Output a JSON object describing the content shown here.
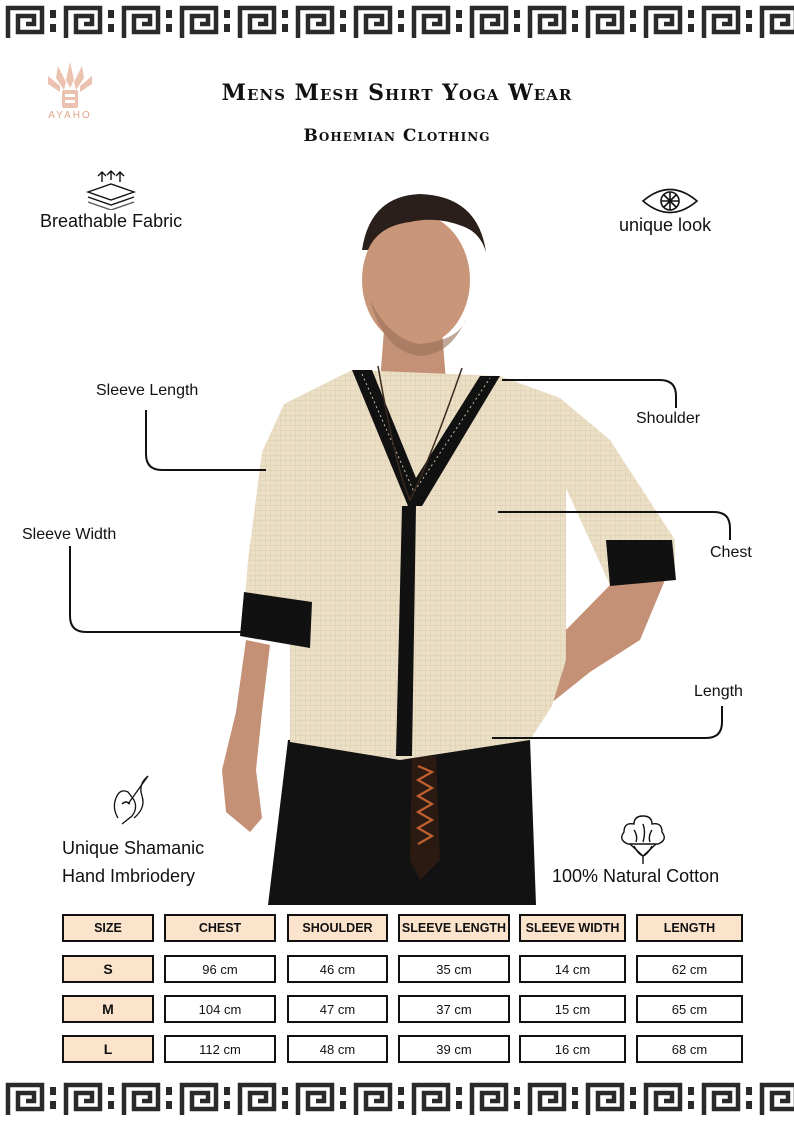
{
  "brand": {
    "logo_text": "AYAHO",
    "accent": "#e0a58a",
    "logo_icon": "feather-crown-logo-icon"
  },
  "header": {
    "title": "Mens Mesh Shirt Yoga Wear",
    "subtitle": "Bohemian Clothing"
  },
  "features": {
    "breathable": {
      "label": "Breathable Fabric",
      "icon": "layers-airflow-icon"
    },
    "unique_look": {
      "label": "unique look",
      "icon": "eye-icon"
    },
    "embroidery": {
      "line1": "Unique Shamanic",
      "line2": "Hand Imbriodery",
      "icon": "hand-needle-icon"
    },
    "cotton": {
      "label": "100% Natural Cotton",
      "icon": "cotton-flower-icon"
    }
  },
  "measurements": {
    "sleeve_length": "Sleeve Length",
    "shoulder": "Shoulder",
    "sleeve_width": "Sleeve Width",
    "chest": "Chest",
    "length": "Length"
  },
  "colors": {
    "shirt": "#e9dcc2",
    "trim": "#111111",
    "header_cell": "#fbe3cc"
  },
  "size_table": {
    "headers": [
      "SIZE",
      "CHEST",
      "SHOULDER",
      "SLEEVE LENGTH",
      "SLEEVE WIDTH",
      "LENGTH"
    ],
    "rows": [
      [
        "S",
        "96 cm",
        "46 cm",
        "35 cm",
        "14 cm",
        "62 cm"
      ],
      [
        "M",
        "104 cm",
        "47 cm",
        "37 cm",
        "15 cm",
        "65 cm"
      ],
      [
        "L",
        "112 cm",
        "48 cm",
        "39 cm",
        "16 cm",
        "68 cm"
      ]
    ]
  }
}
